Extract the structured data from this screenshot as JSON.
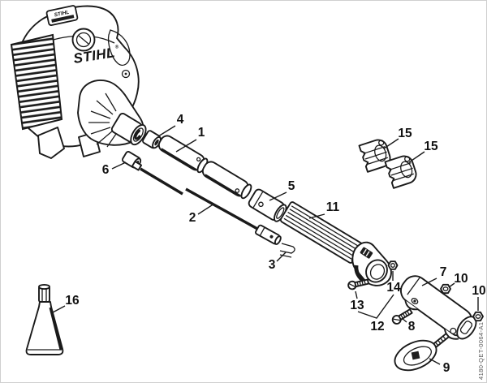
{
  "figure": {
    "type": "exploded-parts-diagram",
    "brand": {
      "name": "STIHL",
      "registered_mark": "®"
    },
    "engine_badge": {
      "line1": "STIHL"
    },
    "drawing_number": "4180-QET-0064-A1",
    "callouts": {
      "c1": "1",
      "c2": "2",
      "c3": "3",
      "c4": "4",
      "c5": "5",
      "c6": "6",
      "c7": "7",
      "c8": "8",
      "c9": "9",
      "c10a": "10",
      "c10b": "10",
      "c11": "11",
      "c12": "12",
      "c13": "13",
      "c14": "14",
      "c15a": "15",
      "c15b": "15",
      "c16": "16"
    },
    "colors": {
      "ink": "#1a1a1a",
      "paper": "#ffffff",
      "shade": "#1d1d1d",
      "border": "#cfcfcf",
      "muted_text": "#555555"
    }
  }
}
